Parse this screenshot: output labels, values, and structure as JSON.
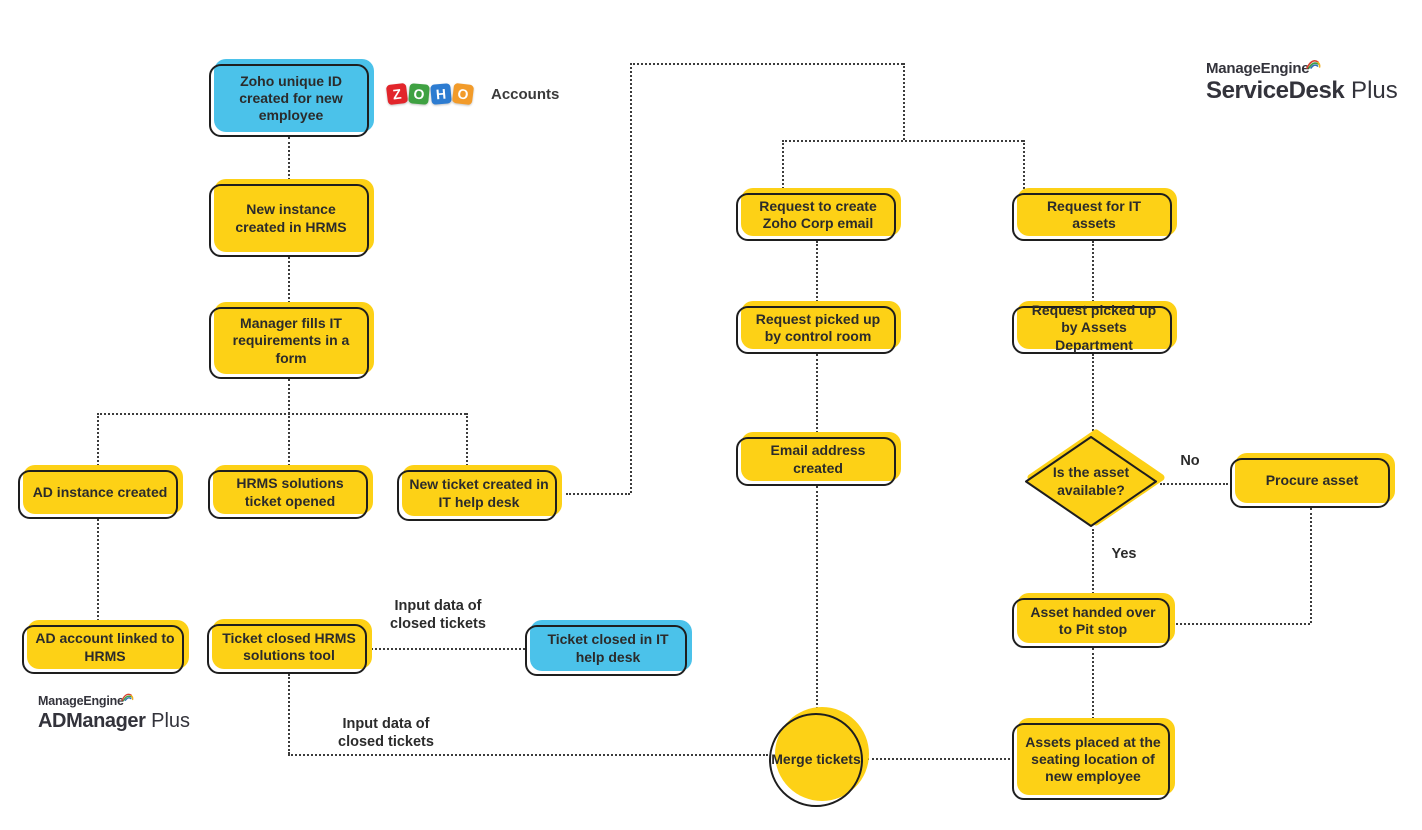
{
  "colors": {
    "node_yellow": "#FDD116",
    "node_blue": "#4BC2EA",
    "stroke": "#1E1E1E",
    "connector": "#3C3C3C",
    "text": "#2B2B2B",
    "zoho_red": "#E2252B",
    "zoho_green": "#3FA142",
    "zoho_blue": "#2D7CD1",
    "zoho_orange": "#F29B2A"
  },
  "nodes": {
    "zoho_id": {
      "label": "Zoho unique ID created for new employee"
    },
    "new_instance": {
      "label": "New instance created in HRMS"
    },
    "manager_fills": {
      "label": "Manager fills IT requirements in a form"
    },
    "ad_instance": {
      "label": "AD instance created"
    },
    "hrms_solutions": {
      "label": "HRMS solutions ticket opened"
    },
    "new_ticket": {
      "label": "New ticket created in IT help desk"
    },
    "ad_account": {
      "label": "AD account linked to HRMS"
    },
    "ticket_closed_hrms": {
      "label": "Ticket closed HRMS solutions tool"
    },
    "ticket_closed_blue": {
      "label": "Ticket closed in IT help desk"
    },
    "request_email": {
      "label": "Request to create Zoho Corp email"
    },
    "request_control": {
      "label": "Request picked up by control room"
    },
    "email_created": {
      "label": "Email address created"
    },
    "request_assets": {
      "label": "Request for IT assets"
    },
    "request_assets_dept": {
      "label": "Request picked up by Assets Department"
    },
    "procure_asset": {
      "label": "Procure asset"
    },
    "asset_handed": {
      "label": "Asset handed over to Pit stop"
    },
    "assets_placed": {
      "label": "Assets placed at the seating location of new employee"
    }
  },
  "decision": {
    "asset_available": {
      "label": "Is the asset available?"
    }
  },
  "merge": {
    "label": "Merge tickets"
  },
  "edge_labels": {
    "input_data_1": "Input data of closed tickets",
    "input_data_2": "Input data of closed tickets",
    "no": "No",
    "yes": "Yes"
  },
  "logos": {
    "zoho": {
      "letters": [
        "Z",
        "O",
        "H",
        "O"
      ],
      "product": "Accounts"
    },
    "servicedesk": {
      "brand": "ManageEngine",
      "product": "ServiceDesk",
      "suffix": " Plus"
    },
    "admanager": {
      "brand": "ManageEngine",
      "product": "ADManager",
      "suffix": " Plus"
    }
  }
}
